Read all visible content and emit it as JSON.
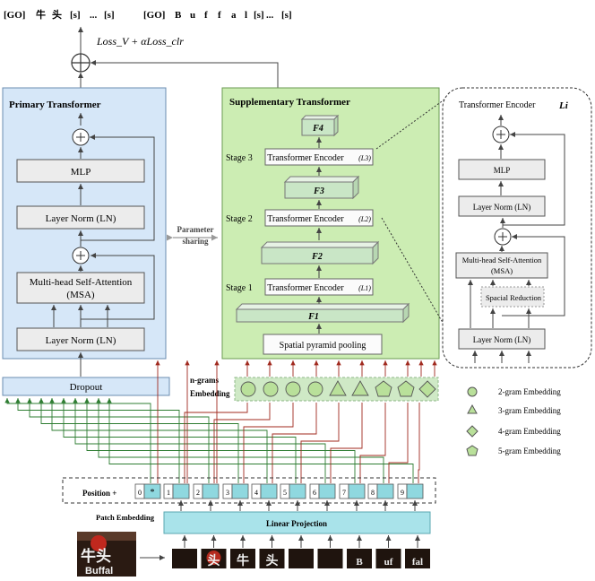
{
  "header": {
    "chinese_seq": [
      "[GO]",
      "牛",
      "头",
      "[s]",
      "...",
      "[s]"
    ],
    "english_seq": [
      "[GO]",
      "B",
      "u",
      "f",
      "f",
      "a",
      "l",
      "[s]",
      "...",
      "[s]"
    ]
  },
  "loss_label": "Loss_V + αLoss_clr",
  "primary": {
    "title": "Primary Transformer",
    "mlp": "MLP",
    "layer_norm_top": "Layer Norm (LN)",
    "msa_line1": "Multi-head Self-Attention",
    "msa_line2": "(MSA)",
    "layer_norm_bottom": "Layer Norm (LN)"
  },
  "dropout": "Dropout",
  "param_sharing": {
    "line1": "Parameter",
    "line2": "sharing"
  },
  "supplementary": {
    "title": "Supplementary Transformer",
    "stage1": "Stage 1",
    "stage2": "Stage 2",
    "stage3": "Stage 3",
    "enc": "Transformer Encoder",
    "L1": "(L1)",
    "L2": "(L2)",
    "L3": "(L3)",
    "F1": "F1",
    "F2": "F2",
    "F3": "F3",
    "F4": "F4",
    "spp": "Spatial pyramid pooling"
  },
  "encoder_detail": {
    "title": "Transformer Encoder",
    "li": "Li",
    "mlp": "MLP",
    "ln_top": "Layer Norm (LN)",
    "msa_line1": "Multi-head Self-Attention",
    "msa_line2": "(MSA)",
    "spatial_reduction": "Spacial Reduction",
    "ln_bottom": "Layer Norm (LN)"
  },
  "ngrams": {
    "line1": "n-grams",
    "line2": "Embedding"
  },
  "legend": {
    "gram2": "2-gram Embedding",
    "gram3": "3-gram  Embedding",
    "gram4": "4-gram  Embedding",
    "gram5": "5-gram  Embedding"
  },
  "position": {
    "label": "Position +",
    "cls_star": "*",
    "indices": [
      "0",
      "1",
      "2",
      "3",
      "4",
      "5",
      "6",
      "7",
      "8",
      "9"
    ]
  },
  "patch_embedding": "Patch Embedding",
  "linear_projection": "Linear Projection",
  "image_text": {
    "chinese": "牛头",
    "english": "Buffal"
  },
  "patch_glyphs": [
    "牛",
    "",
    "头",
    "牛",
    "头",
    "",
    "",
    "B",
    "uf",
    "fal"
  ],
  "colors": {
    "primary_bg": "#d6e7f8",
    "supplementary_bg": "#ccedb3",
    "feature_block": "#c9e6c6",
    "ngram_band": "#cfe9c6",
    "ngram_fill": "#b9e09a",
    "patch_token": "#8fd8df",
    "linear_projection": "#a9e3ea",
    "green_line": "#2e7d32",
    "red_line": "#a0291e"
  }
}
